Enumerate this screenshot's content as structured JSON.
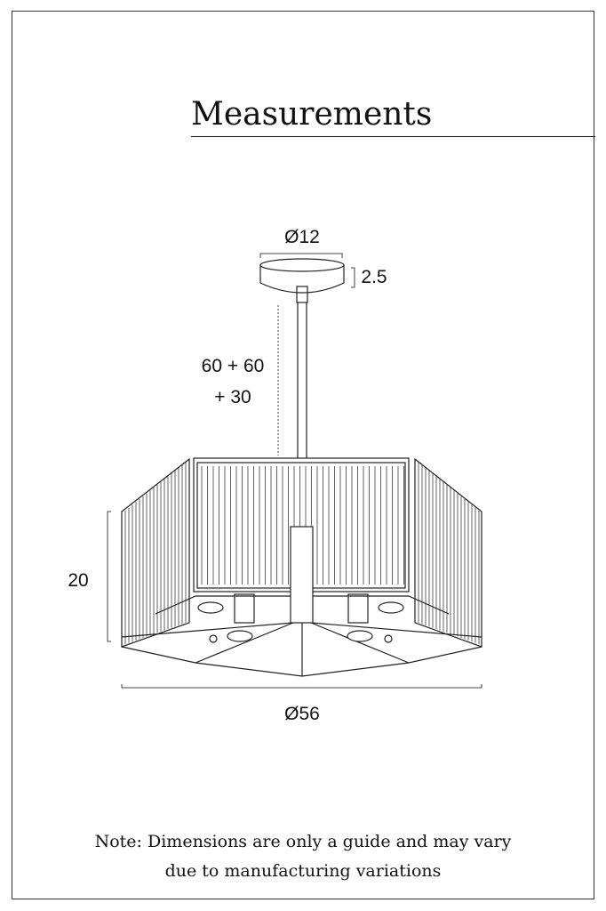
{
  "title": "Measurements",
  "dimensions": {
    "canopy_diameter": "Ø12",
    "canopy_height": "2.5",
    "rod_length_line1": "60 + 60",
    "rod_length_line2": "+ 30",
    "shade_height": "20",
    "overall_diameter": "Ø56"
  },
  "note": {
    "line1": "Note: Dimensions are only a guide and may vary",
    "line2": "due to manufacturing variations"
  }
}
